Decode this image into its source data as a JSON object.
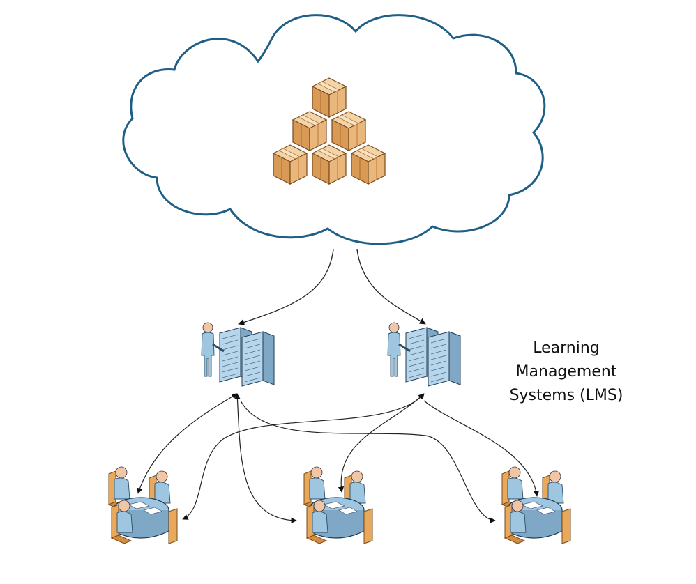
{
  "diagram": {
    "label_lines": [
      "Learning",
      "Management",
      "Systems (LMS)"
    ],
    "nodes": [
      {
        "id": "cloud-storage",
        "icon": "boxes-icon"
      },
      {
        "id": "lms-server-1",
        "icon": "admin-server-rack-icon"
      },
      {
        "id": "lms-server-2",
        "icon": "admin-server-rack-icon"
      },
      {
        "id": "learner-group-1",
        "icon": "meeting-table-icon"
      },
      {
        "id": "learner-group-2",
        "icon": "meeting-table-icon"
      },
      {
        "id": "learner-group-3",
        "icon": "meeting-table-icon"
      }
    ],
    "edges": [
      [
        "cloud-storage",
        "lms-server-1"
      ],
      [
        "cloud-storage",
        "lms-server-2"
      ],
      [
        "lms-server-1",
        "learner-group-1"
      ],
      [
        "lms-server-1",
        "learner-group-2"
      ],
      [
        "lms-server-1",
        "learner-group-3"
      ],
      [
        "lms-server-2",
        "learner-group-1"
      ],
      [
        "lms-server-2",
        "learner-group-2"
      ],
      [
        "lms-server-2",
        "learner-group-3"
      ]
    ],
    "colors": {
      "cloud_stroke": "#1f5f86",
      "box": "#d9a066",
      "server": "#a9cce6",
      "person": "#9ec6e0",
      "chair": "#e8a95c",
      "arrow": "#222222"
    }
  }
}
